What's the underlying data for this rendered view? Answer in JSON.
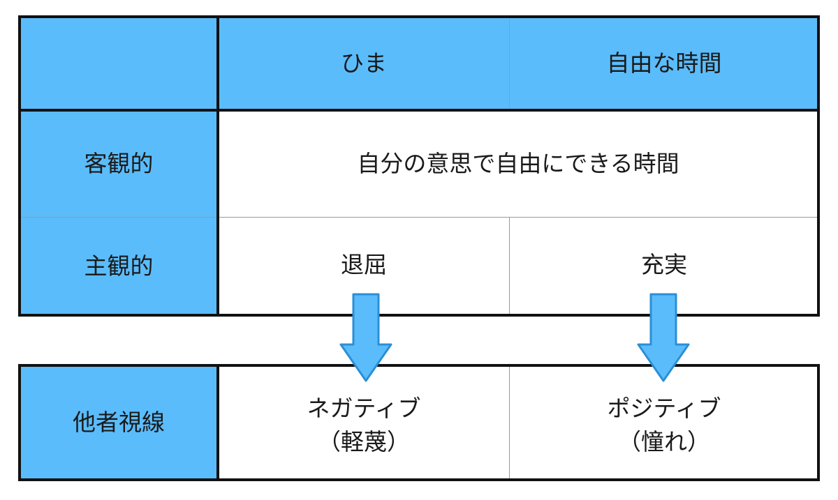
{
  "table_top": {
    "header_row": {
      "corner": "",
      "col_hima": "ひま",
      "col_free_time": "自由な時間"
    },
    "rows": [
      {
        "label": "客観的",
        "merged_value": "自分の意思で自由にできる時間"
      },
      {
        "label": "主観的",
        "value_hima": "退屈",
        "value_free_time": "充実"
      }
    ]
  },
  "table_bottom": {
    "label": "他者視線",
    "value_hima": {
      "line1": "ネガティブ",
      "line2": "（軽蔑）"
    },
    "value_free_time": {
      "line1": "ポジティブ",
      "line2": "（憧れ）"
    }
  },
  "colors": {
    "header_fill": "#5bbcfb",
    "arrow_fill": "#5bbcfb",
    "arrow_stroke": "#2a8fd6",
    "border": "#111111"
  }
}
